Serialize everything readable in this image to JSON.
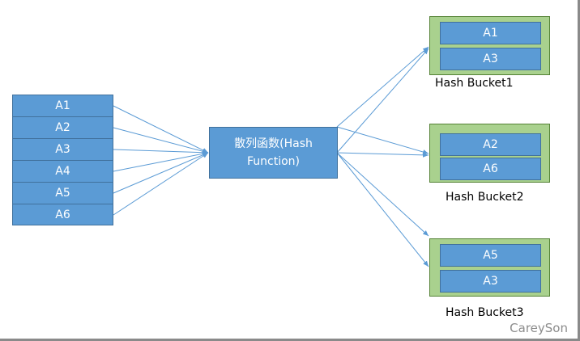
{
  "inputs": [
    "A1",
    "A2",
    "A3",
    "A4",
    "A5",
    "A6"
  ],
  "hash_function": {
    "line1": "散列函数(Hash",
    "line2": "Function)"
  },
  "buckets": [
    {
      "label": "Hash Bucket1",
      "items": [
        "A1",
        "A3"
      ]
    },
    {
      "label": "Hash Bucket2",
      "items": [
        "A2",
        "A6"
      ]
    },
    {
      "label": "Hash Bucket3",
      "items": [
        "A5",
        "A3"
      ]
    }
  ],
  "watermark": "CareySon",
  "colors": {
    "box_fill": "#5b9bd5",
    "box_border": "#41719c",
    "bucket_fill": "#a9d18e",
    "bucket_border": "#548235",
    "arrow": "#5b9bd5"
  }
}
